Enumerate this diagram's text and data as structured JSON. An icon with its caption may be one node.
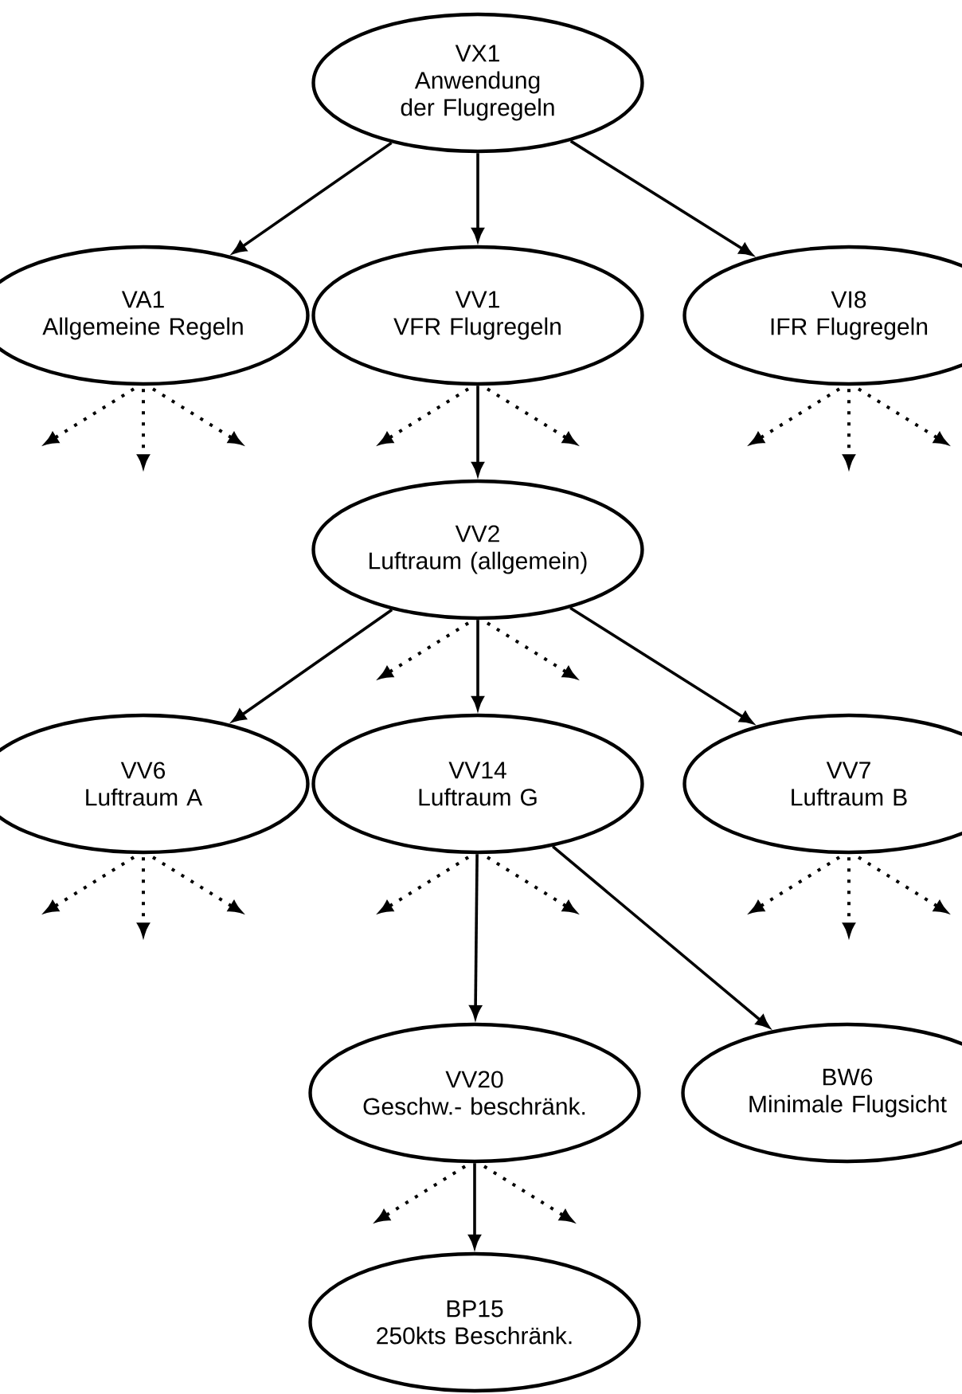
{
  "diagram": {
    "nodes": [
      {
        "text": [
          "VX1",
          "Anwendung der Flugregeln"
        ]
      },
      {
        "text": [
          "VA1",
          "Allgemeine Regeln"
        ]
      },
      {
        "text": [
          "VV1",
          "VFR Flugregeln"
        ]
      },
      {
        "text": [
          "VI8",
          "IFR Flugregeln"
        ]
      },
      {
        "text": [
          "VV2",
          "Luftraum (allgemein)"
        ]
      },
      {
        "text": [
          "VV6",
          "Luftraum A"
        ]
      },
      {
        "text": [
          "VV14",
          "Luftraum G"
        ]
      },
      {
        "text": [
          "VV7",
          "Luftraum B"
        ]
      },
      {
        "text": [
          "VV20",
          "Geschw.- beschränk."
        ]
      },
      {
        "text": [
          "BW6",
          "Minimale Flugsicht"
        ]
      },
      {
        "text": [
          "BP15",
          "250kts Beschränk."
        ]
      }
    ],
    "edges": [
      {
        "from": 0,
        "to": 1,
        "arrow": "to"
      },
      {
        "from": 0,
        "to": 2,
        "arrow": "to"
      },
      {
        "from": 0,
        "to": 3,
        "arrow": "to"
      },
      {
        "from": 1,
        "to": null,
        "arrow": "to",
        "style": "dashed"
      },
      {
        "from": 1,
        "to": null,
        "arrow": "to",
        "style": "dashed"
      },
      {
        "from": 1,
        "to": null,
        "arrow": "to",
        "style": "dashed"
      },
      {
        "from": 2,
        "to": null,
        "arrow": "to",
        "style": "dashed"
      },
      {
        "from": 2,
        "to": 4,
        "arrow": "to"
      },
      {
        "from": 2,
        "to": null,
        "arrow": "to",
        "style": "dashed"
      },
      {
        "from": 3,
        "to": null,
        "arrow": "to",
        "style": "dashed"
      },
      {
        "from": 3,
        "to": null,
        "arrow": "to",
        "style": "dashed"
      },
      {
        "from": 3,
        "to": null,
        "arrow": "to",
        "style": "dashed"
      },
      {
        "from": 4,
        "to": 5,
        "arrow": "to"
      },
      {
        "from": 4,
        "to": null,
        "arrow": "to",
        "style": "dashed"
      },
      {
        "from": 4,
        "to": 6,
        "arrow": "to"
      },
      {
        "from": 4,
        "to": null,
        "arrow": "to",
        "style": "dashed"
      },
      {
        "from": 4,
        "to": 7,
        "arrow": "to"
      },
      {
        "from": 5,
        "to": null,
        "arrow": "to",
        "style": "dashed"
      },
      {
        "from": 5,
        "to": null,
        "arrow": "to",
        "style": "dashed"
      },
      {
        "from": 5,
        "to": null,
        "arrow": "to",
        "style": "dashed"
      },
      {
        "from": 6,
        "to": null,
        "arrow": "to",
        "style": "dashed"
      },
      {
        "from": 6,
        "to": 8,
        "arrow": "to"
      },
      {
        "from": 6,
        "to": null,
        "arrow": "to",
        "style": "dashed"
      },
      {
        "from": 6,
        "to": 9,
        "arrow": "to"
      },
      {
        "from": 7,
        "to": null,
        "arrow": "to",
        "style": "dashed"
      },
      {
        "from": 7,
        "to": null,
        "arrow": "to",
        "style": "dashed"
      },
      {
        "from": 7,
        "to": null,
        "arrow": "to",
        "style": "dashed"
      },
      {
        "from": 8,
        "to": null,
        "arrow": "to",
        "style": "dashed"
      },
      {
        "from": 8,
        "to": 10,
        "arrow": "to"
      },
      {
        "from": 8,
        "to": null,
        "arrow": "to",
        "style": "dashed"
      }
    ]
  }
}
